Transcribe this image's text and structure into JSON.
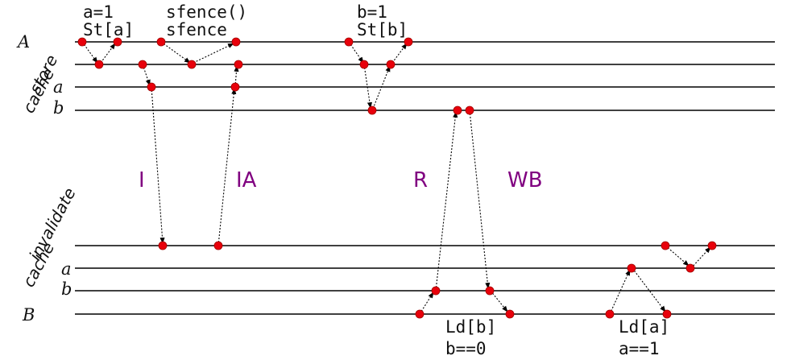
{
  "lane_labels": {
    "A": "A",
    "store_cache_1": "store",
    "store_cache_2": "cache",
    "a_top": "a",
    "b_top": "b",
    "invalidate_cache_1": "invalidate",
    "invalidate_cache_2": "cache",
    "a_bottom": "a",
    "b_bottom": "b",
    "B": "B"
  },
  "top_ops": {
    "op1_line1": "a=1",
    "op1_line2": "St[a]",
    "op2_line1": "sfence()",
    "op2_line2": "sfence",
    "op3_line1": "b=1",
    "op3_line2": "St[b]"
  },
  "bottom_ops": {
    "op4_line1": "Ld[b]",
    "op4_line2": "b==0",
    "op5_line1": "Ld[a]",
    "op5_line2": "a==1"
  },
  "messages": {
    "m1": "I",
    "m2": "IA",
    "m3": "R",
    "m4": "WB"
  },
  "colors": {
    "event_dot": "#e8000b",
    "message_text": "#800080",
    "line": "#000000"
  }
}
